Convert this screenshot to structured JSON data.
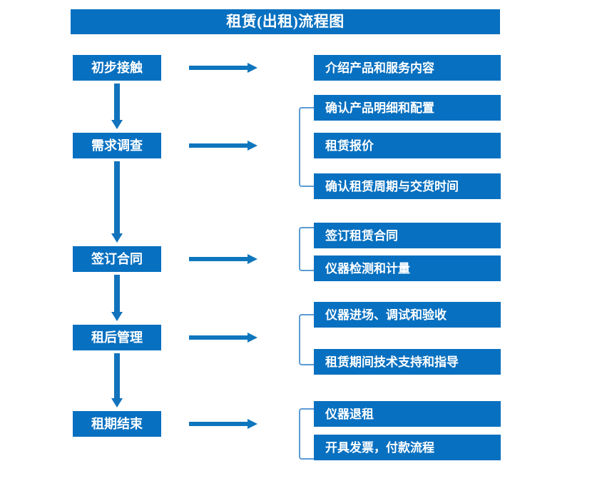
{
  "diagram": {
    "title": "租赁(出租)流程图",
    "colors": {
      "box_blue": "#0870C0",
      "arrow_blue": "#0E76BD",
      "bracket_blue": "#5B9BD5",
      "text_white": "#FFFFFF"
    },
    "stages": [
      {
        "label": "初步接触"
      },
      {
        "label": "需求调查"
      },
      {
        "label": "签订合同"
      },
      {
        "label": "租后管理"
      },
      {
        "label": "租期结束"
      }
    ],
    "details": [
      {
        "label": "介绍产品和服务内容"
      },
      {
        "label": "确认产品明细和配置"
      },
      {
        "label": "租赁报价"
      },
      {
        "label": "确认租赁周期与交货时间"
      },
      {
        "label": "签订租赁合同"
      },
      {
        "label": "仪器检测和计量"
      },
      {
        "label": "仪器进场、调试和验收"
      },
      {
        "label": "租赁期间技术支持和指导"
      },
      {
        "label": "仪器退租"
      },
      {
        "label": "开具发票，付款流程"
      }
    ],
    "groups": [
      {
        "stage": "需求调查",
        "details": [
          "确认产品明细和配置",
          "租赁报价",
          "确认租赁周期与交货时间"
        ]
      },
      {
        "stage": "签订合同",
        "details": [
          "签订租赁合同",
          "仪器检测和计量"
        ]
      },
      {
        "stage": "租后管理",
        "details": [
          "仪器进场、调试和验收",
          "租赁期间技术支持和指导"
        ]
      },
      {
        "stage": "租期结束",
        "details": [
          "仪器退租",
          "开具发票，付款流程"
        ]
      }
    ]
  }
}
